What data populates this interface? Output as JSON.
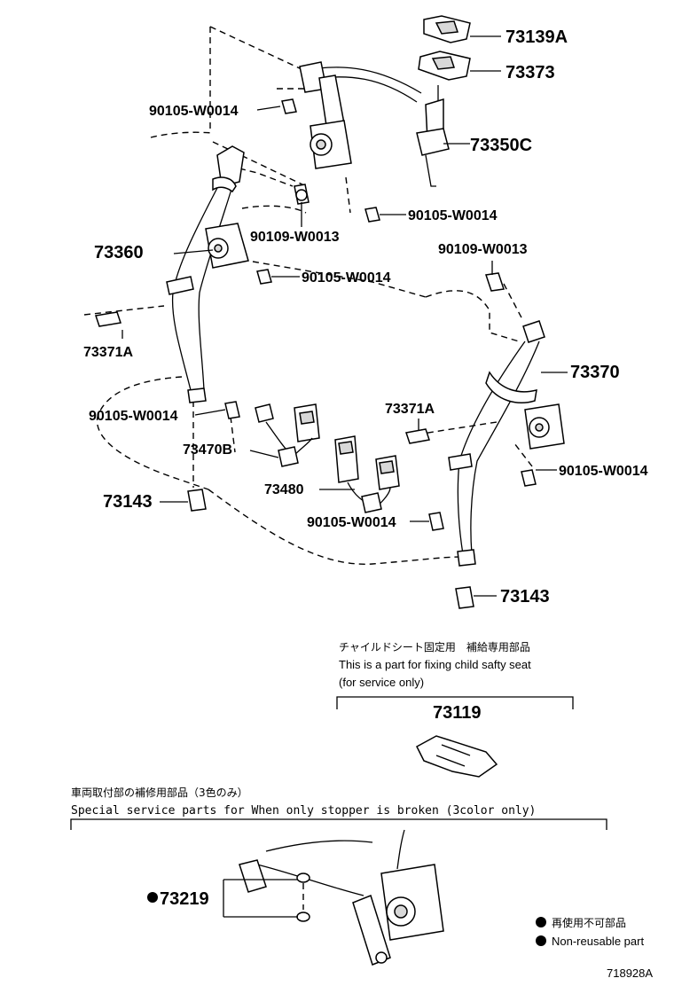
{
  "labels": {
    "p73139A": "73139A",
    "p73373": "73373",
    "p73350C": "73350C",
    "p90105_a": "90105-W0014",
    "p90105_b": "90105-W0014",
    "p90109_a": "90109-W0013",
    "p73360": "73360",
    "p90105_c": "90105-W0014",
    "p90109_b": "90109-W0013",
    "p73371A_l": "73371A",
    "p73370": "73370",
    "p90105_d": "90105-W0014",
    "p73371A_r": "73371A",
    "p73470B": "73470B",
    "p90105_e": "90105-W0014",
    "p73480": "73480",
    "p90105_f": "90105-W0014",
    "p73143_l": "73143",
    "p73143_r": "73143"
  },
  "child_seat": {
    "jp": "チャイルドシート固定用　補給専用部品",
    "en1": "This is a part for fixing child safty seat",
    "en2": "(for service only)",
    "part": "73119"
  },
  "service": {
    "jp": "車両取付部の補修用部品（3色のみ）",
    "en": "Special  service  parts  for  When  only  stopper  is  broken  (3color  only)",
    "part": "73219"
  },
  "legend": {
    "jp": "再使用不可部品",
    "en": "Non-reusable part"
  },
  "diagram_id": "718928A"
}
